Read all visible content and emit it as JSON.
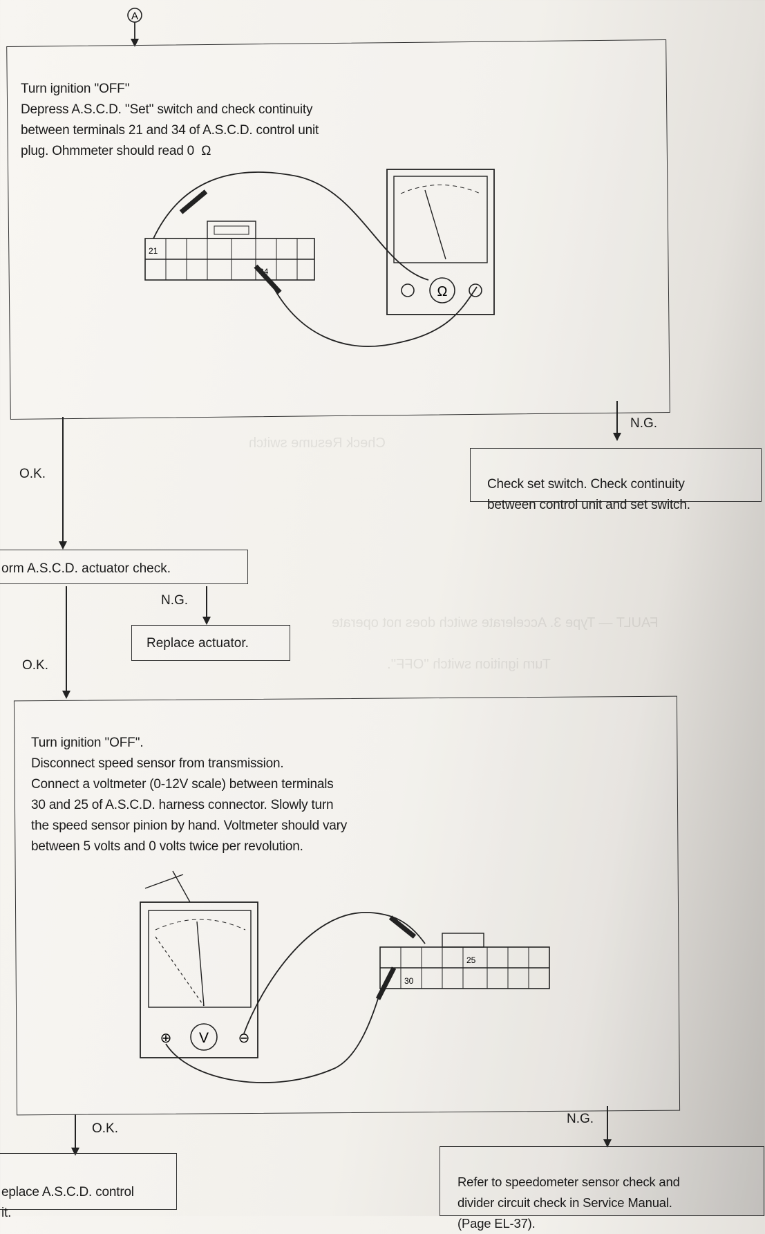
{
  "connector_marker": "A",
  "step1": {
    "lines": [
      "Turn ignition ''OFF''",
      "Depress A.S.C.D. ''Set'' switch and check continuity",
      "between terminals 21 and 34 of A.S.C.D. control unit",
      "plug. Ohmmeter should read 0  Ω"
    ],
    "terminal_a": "21",
    "terminal_b": "34",
    "meter_symbol": "Ω"
  },
  "ng_label": "N.G.",
  "ok_label": "O.K.",
  "set_switch_box": {
    "lines": [
      "Check set switch. Check continuity",
      "between control unit and set switch."
    ]
  },
  "actuator_check_box": {
    "text": "orm A.S.C.D. actuator check."
  },
  "replace_actuator_box": {
    "text": "Replace actuator."
  },
  "step3": {
    "lines": [
      "Turn ignition ''OFF''.",
      "Disconnect speed sensor from transmission.",
      "Connect a voltmeter (0-12V scale) between terminals",
      "30 and 25 of A.S.C.D. harness connector. Slowly turn",
      "the speed sensor pinion by hand. Voltmeter should vary",
      "between 5 volts and 0 volts twice per revolution."
    ],
    "terminal_a": "25",
    "terminal_b": "30",
    "meter_symbol": "V",
    "plus_symbol": "⊕",
    "minus_symbol": "⊖"
  },
  "replace_control_box": {
    "lines": [
      "eplace A.S.C.D. control",
      "it."
    ]
  },
  "refer_box": {
    "lines": [
      "Refer to speedometer sensor check and",
      "divider circuit check in Service Manual.",
      "(Page EL-37)."
    ]
  },
  "colors": {
    "line": "#222222",
    "box_border": "#333333",
    "rainbow_fringe": "#7a6fd8"
  }
}
